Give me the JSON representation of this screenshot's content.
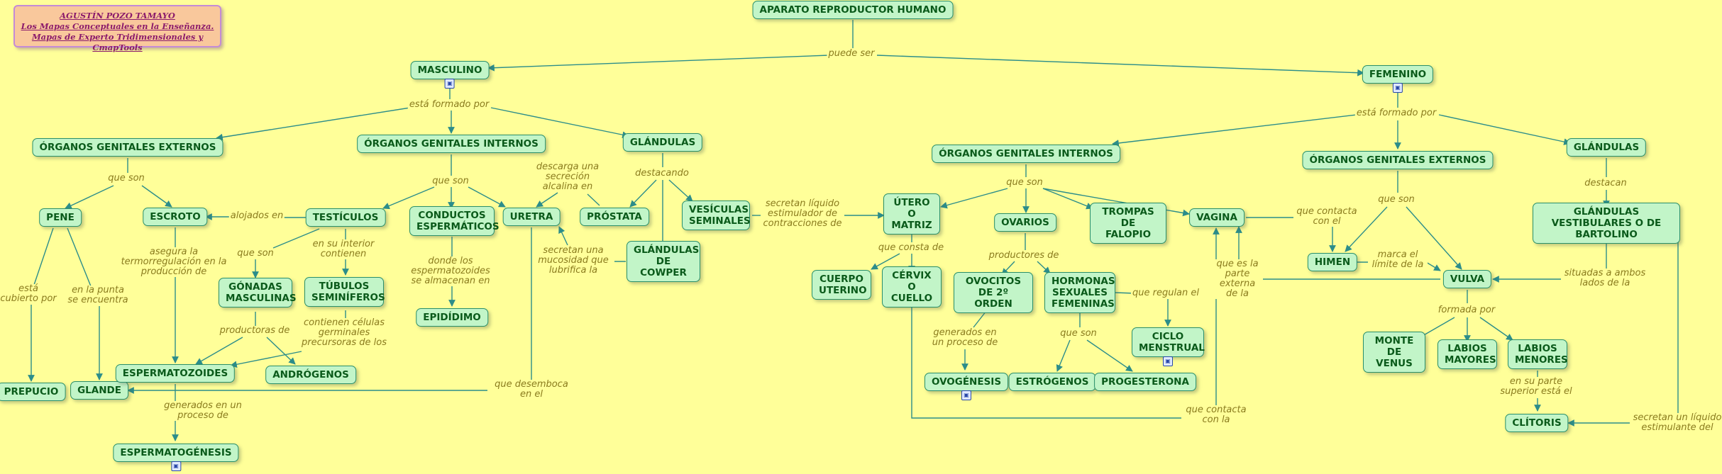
{
  "header": {
    "author": "AGUSTÍN POZO TAMAYO",
    "line2": "Los Mapas Conceptuales en la Enseñanza.",
    "line3": "Mapas de Experto Tridimensionales y CmapTools"
  },
  "nodes": {
    "aparato": "APARATO REPRODUCTOR HUMANO",
    "masculino": "MASCULINO",
    "femenino": "FEMENINO",
    "m_externos": "ÓRGANOS GENITALES EXTERNOS",
    "m_internos": "ÓRGANOS GENITALES INTERNOS",
    "m_glandulas": "GLÁNDULAS",
    "pene": "PENE",
    "escroto": "ESCROTO",
    "testiculos": "TESTÍCULOS",
    "conductos": "CONDUCTOS ESPERMÁTICOS",
    "uretra": "URETRA",
    "prostata": "PRÓSTATA",
    "vesiculas": "VESÍCULAS SEMINALES",
    "cowper": "GLÁNDULAS DE COWPER",
    "gonadas": "GÓNADAS MASCULINAS",
    "tubulos": "TÚBULOS SEMINÍFEROS",
    "epididimo": "EPIDÍDIMO",
    "prepucio": "PREPUCIO",
    "glande": "GLANDE",
    "espermatozoides": "ESPERMATOZOIDES",
    "androgenos": "ANDRÓGENOS",
    "espermatogenesis": "ESPERMATOGÉNESIS",
    "f_internos": "ÓRGANOS GENITALES INTERNOS",
    "f_externos": "ÓRGANOS GENITALES EXTERNOS",
    "f_glandulas": "GLÁNDULAS",
    "utero": "ÚTERO O MATRIZ",
    "ovarios": "OVARIOS",
    "trompas": "TROMPAS DE FALOPIO",
    "vagina": "VAGINA",
    "cuerpo_uterino": "CUERPO UTERINO",
    "cervix": "CÉRVIX O CUELLO",
    "ovocitos": "OVOCITOS DE 2º ORDEN",
    "hormonas": "HORMONAS SEXUALES FEMENINAS",
    "ciclo": "CICLO MENSTRUAL",
    "ovogenesis": "OVOGÉNESIS",
    "estrogenos": "ESTRÓGENOS",
    "progesterona": "PROGESTERONA",
    "himen": "HIMEN",
    "vulva": "VULVA",
    "bartolino": "GLÁNDULAS VESTIBULARES O DE BARTOLINO",
    "monte": "MONTE DE VENUS",
    "labios_mayores": "LABIOS MAYORES",
    "labios_menores": "LABIOS MENORES",
    "clitoris": "CLÍTORIS"
  },
  "linking_phrases": {
    "puede_ser": "puede ser",
    "m_formado": "está formado por",
    "f_formado": "está formado por",
    "m_ext_que_son": "que son",
    "m_int_que_son": "que son",
    "destacando": "destacando",
    "descarga": "descarga una secreción alcalina en",
    "secretan_mucosidad": "secretan una mucosidad que lubrifica la",
    "secretan_liquido": "secretan líquido estimulador de contracciones de",
    "alojados_en": "alojados en",
    "asegura": "asegura la termorregulación en la producción de",
    "testic_que_son": "que son",
    "en_su_interior": "en su interior contienen",
    "donde_los": "donde los espermatozoides se almacenan en",
    "esta_cubierto": "está cubierto por",
    "en_la_punta": "en la punta se encuentra",
    "productoras_de": "productoras de",
    "contienen_celulas": "contienen células germinales precursoras de los",
    "que_desemboca": "que desemboca en el",
    "generados_m": "generados en un proceso de",
    "f_int_que_son": "que son",
    "que_consta": "que consta de",
    "productores_de": "productores de",
    "que_regulan": "que regulan el",
    "generados_f": "generados en un proceso de",
    "horm_que_son": "que son",
    "que_contacta_cuello": "que contacta con la",
    "que_es_la_parte": "que es la parte externa de la",
    "que_contacta_himen": "que contacta con el",
    "marca_el_limite": "marca el límite de la",
    "f_ext_que_son": "que son",
    "destacan": "destacan",
    "situadas": "situadas a ambos lados de la",
    "formada_por": "formada por",
    "en_su_parte_superior": "en su parte superior está el",
    "secretan_liquido_estimulante": "secretan un líquido estimulante del"
  },
  "colors": {
    "background": "#ffff99",
    "node_fill": "#c2f5c8",
    "node_border": "#2a8f6a",
    "node_text": "#0a5a1a",
    "link_line": "#2c8d8a",
    "link_text": "#8a7b1e"
  }
}
